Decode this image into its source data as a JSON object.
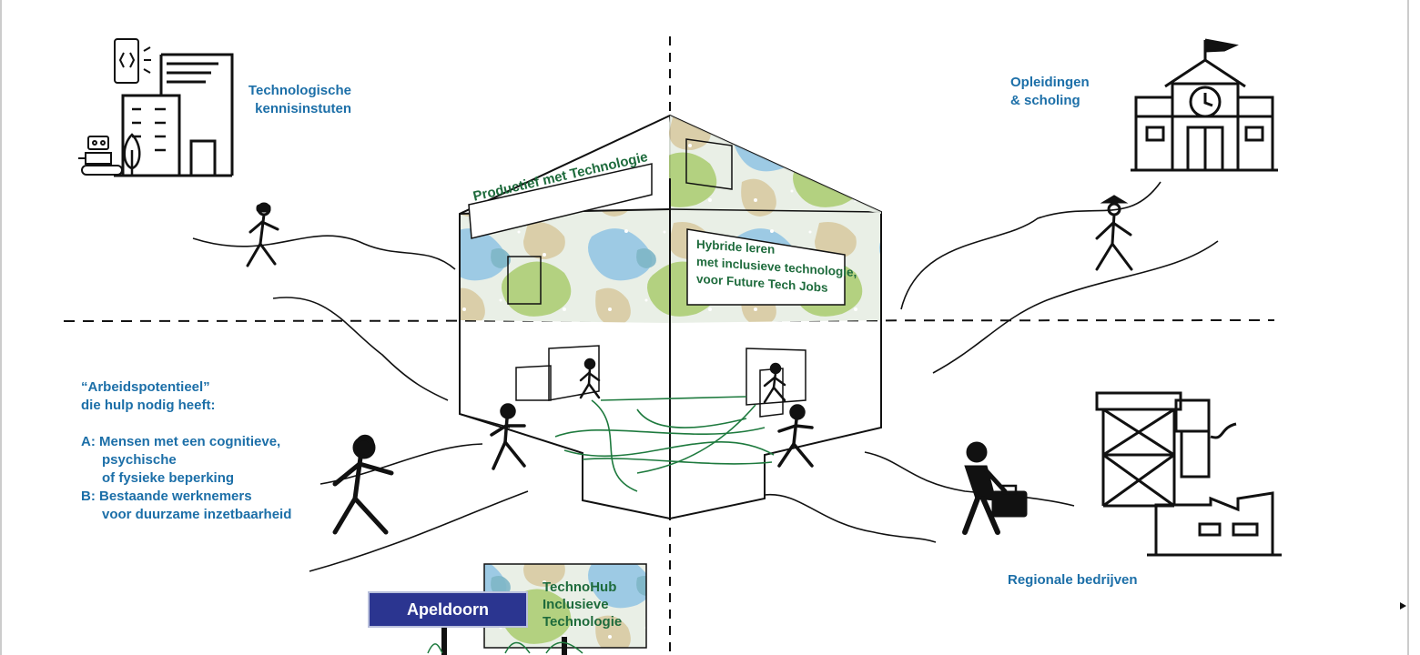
{
  "colors": {
    "label_blue": "#1c6fa8",
    "banner_green": "#1e6b3c",
    "sign_navy": "#2b3590",
    "pattern_blue": "#8fc3e4",
    "pattern_green": "#a9cc6e",
    "pattern_tan": "#d9cba2"
  },
  "labels": {
    "tech_institutes": [
      "Technologische",
      "kennisinstuten"
    ],
    "education": [
      "Opleidingen",
      "& scholing"
    ],
    "regional_companies": "Regionale bedrijven",
    "labour_potential": {
      "heading": [
        "“Arbeidspotentieel”",
        "die hulp nodig heeft:"
      ],
      "item_a": [
        "A: Mensen met een cognitieve,",
        "psychische",
        "of fysieke beperking"
      ],
      "item_b": [
        "B: Bestaande werknemers",
        "voor duurzame inzetbaarheid"
      ]
    }
  },
  "building": {
    "banner_left": "Productief met Technologie",
    "banner_right": [
      "Hybride leren",
      "met inclusieve technologie,",
      "voor Future Tech Jobs"
    ]
  },
  "signs": {
    "city": "Apeldoorn",
    "hub": [
      "TechnoHub",
      "Inclusieve",
      "Technologie"
    ]
  },
  "icons": [
    "research-building-icon",
    "school-building-icon",
    "factory-icon",
    "walking-person-icon",
    "briefcase-icon",
    "graduate-cap-icon",
    "robot-icon",
    "tree-icon",
    "smartphone-icon",
    "headphones-icon"
  ]
}
